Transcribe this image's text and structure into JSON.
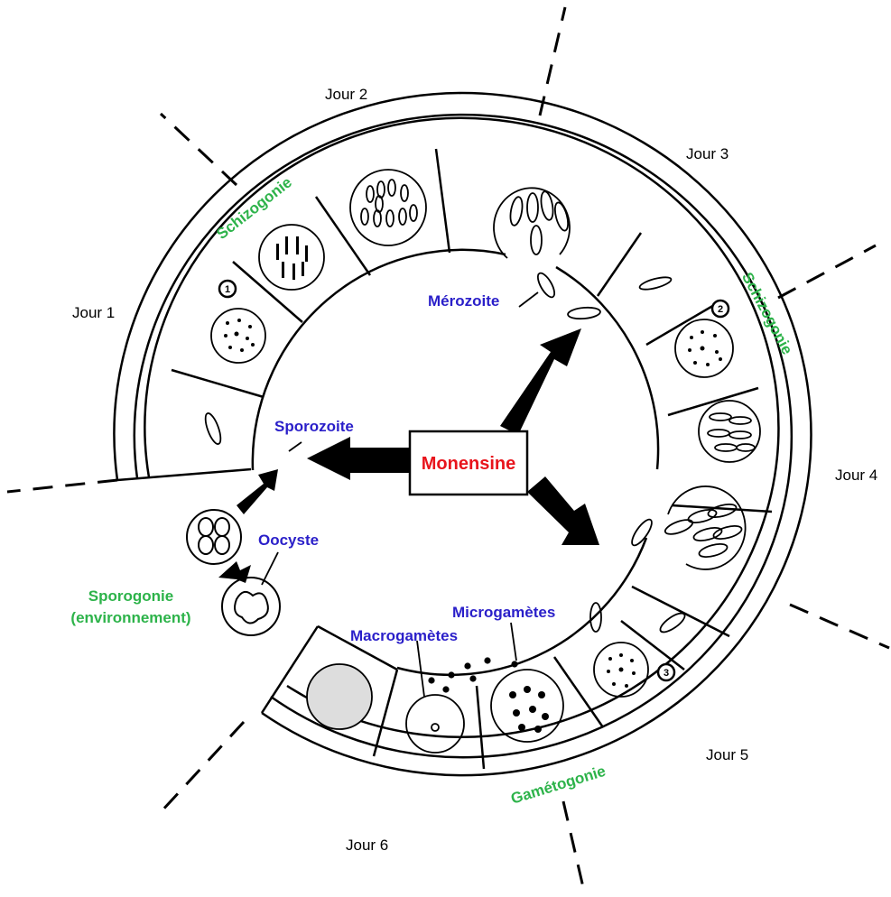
{
  "colors": {
    "stage_label": "#2db34a",
    "stage_name": "#2a1fc9",
    "drug": "#e8141c",
    "ink": "#000000"
  },
  "drug": {
    "label": "Monensine"
  },
  "days": [
    "Jour 1",
    "Jour 2",
    "Jour 3",
    "Jour 4",
    "Jour 5",
    "Jour 6"
  ],
  "phases": {
    "schizogony_1": "Schizogonie",
    "schizogony_2": "Schizogonie",
    "gametogony": "Gamétogonie",
    "sporogony_line1": "Sporogonie",
    "sporogony_line2": "(environnement)"
  },
  "stages": {
    "merozoite": "Mérozoite",
    "sporozoite": "Sporozoite",
    "oocyst": "Oocyste",
    "microgametes": "Microgamètes",
    "macrogametes": "Macrogamètes"
  },
  "generation_markers": [
    "1",
    "2",
    "3"
  ]
}
